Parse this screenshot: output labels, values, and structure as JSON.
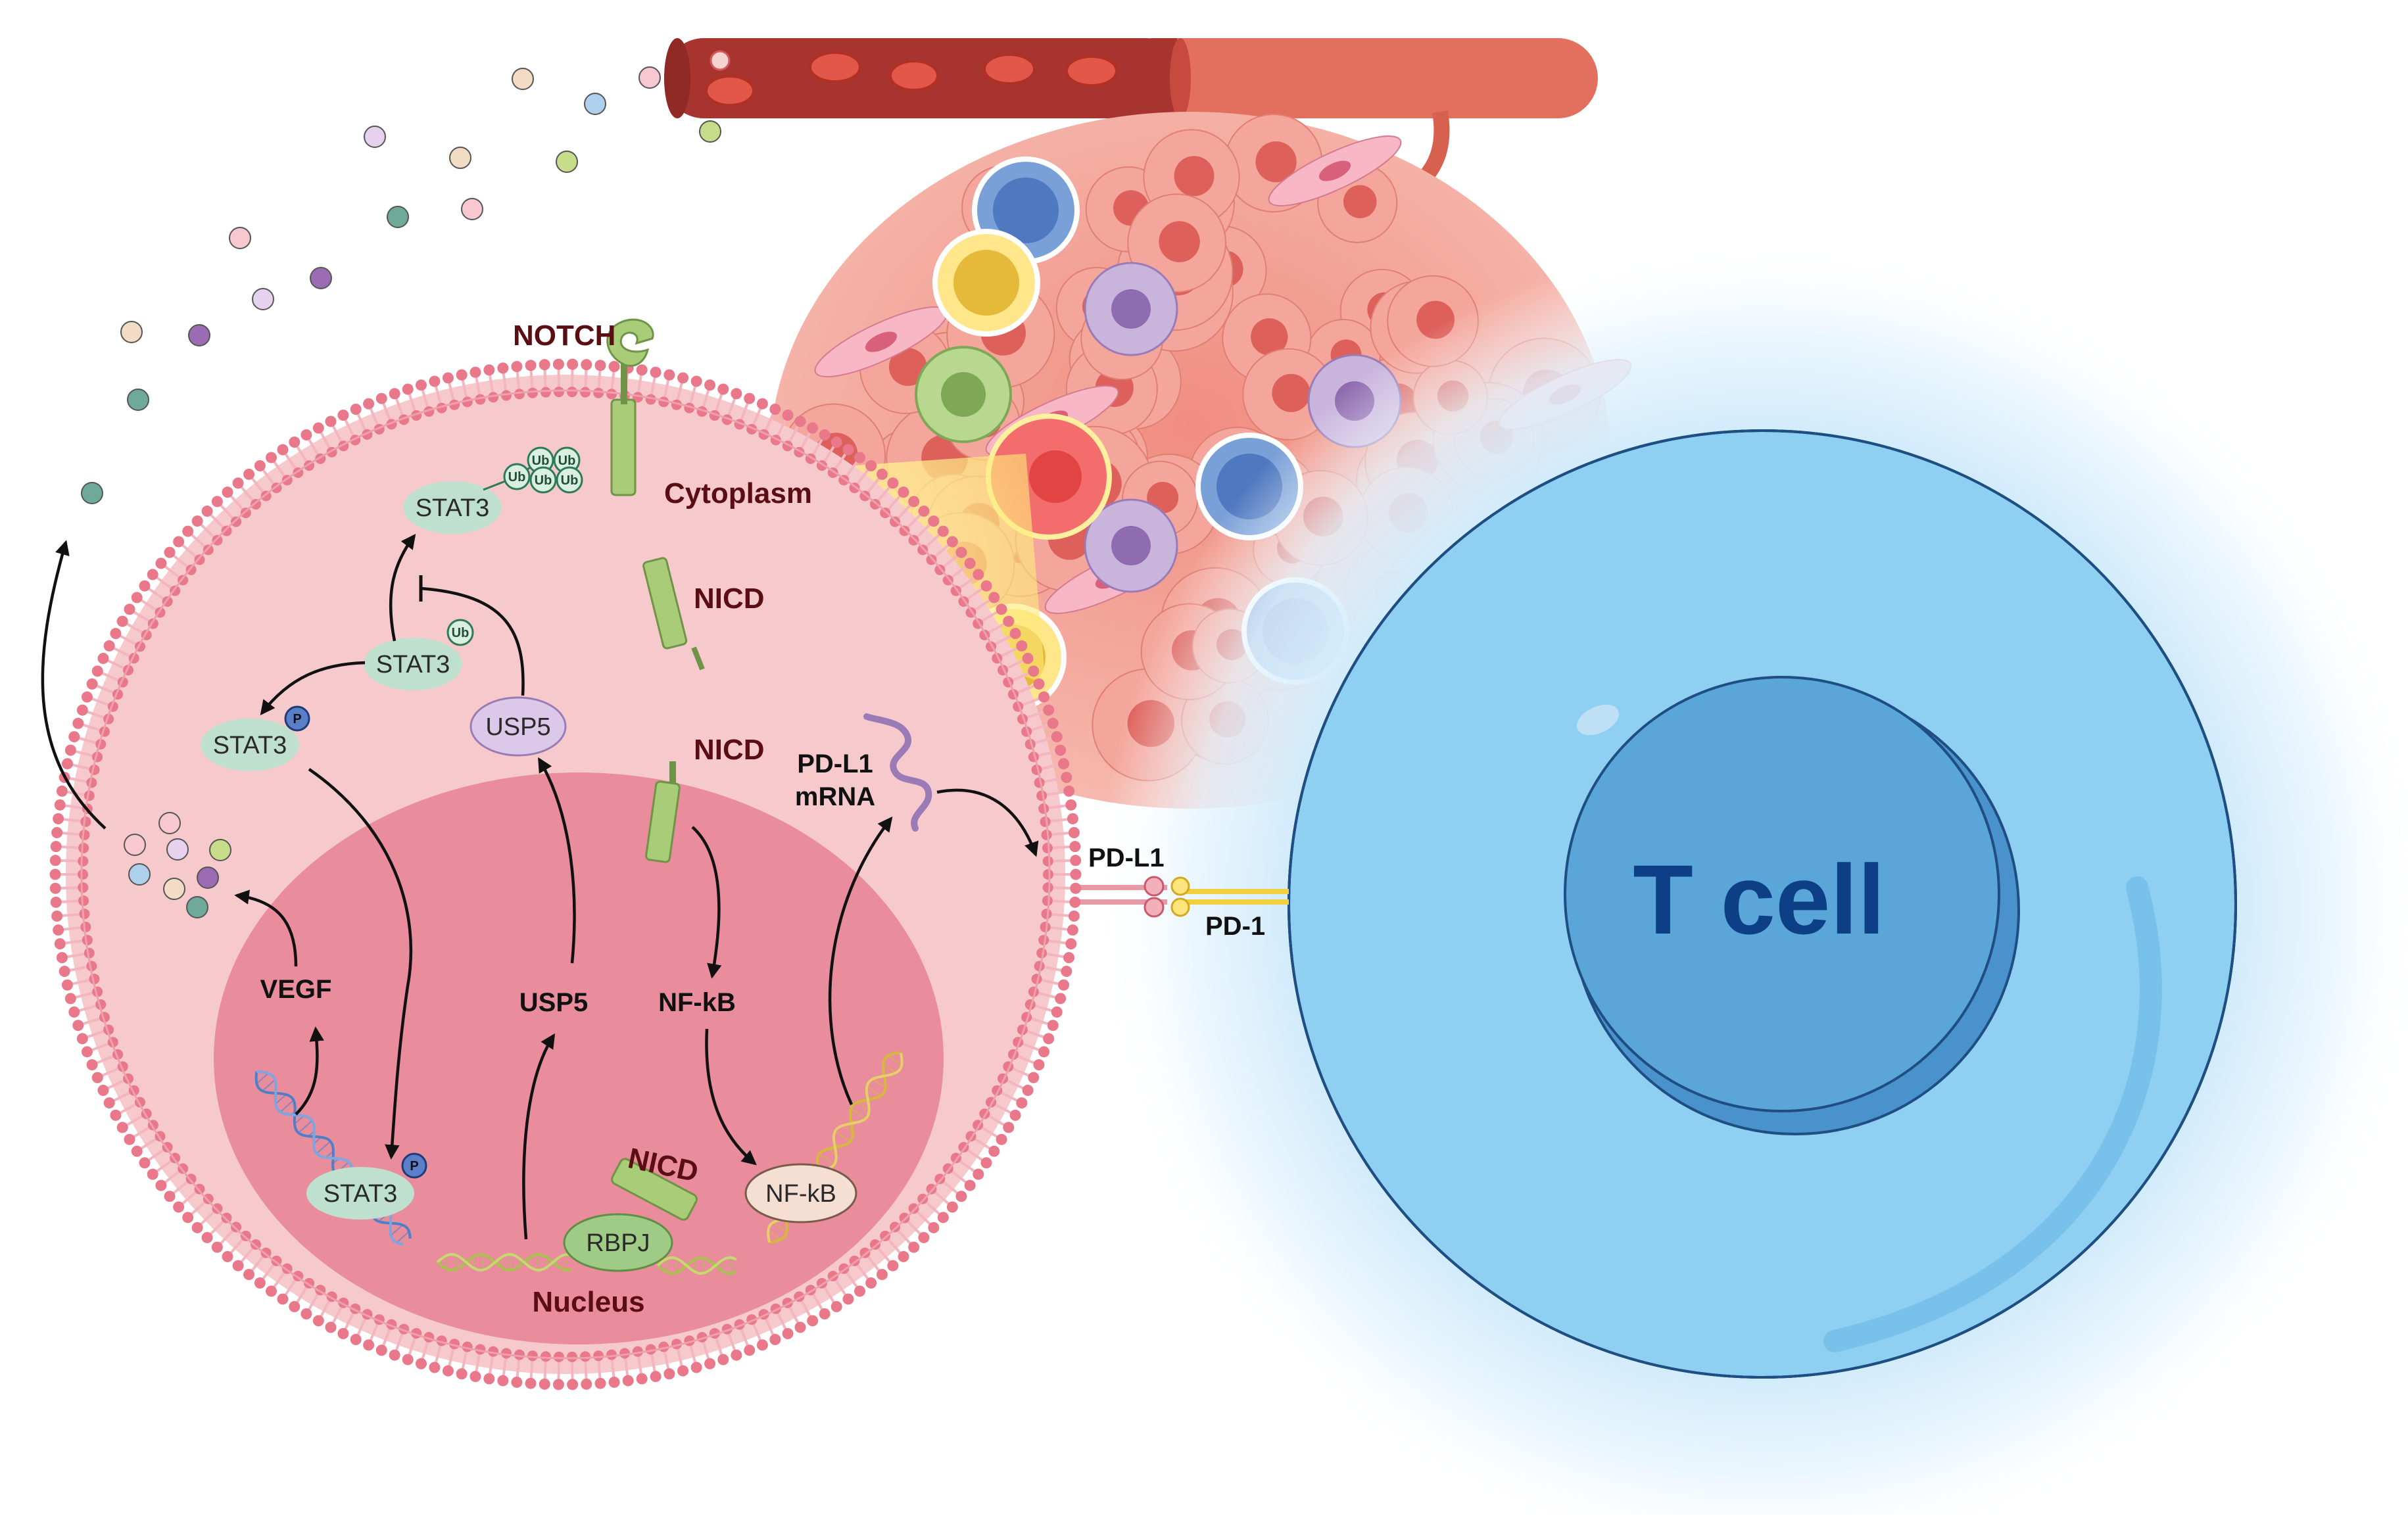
{
  "labels": {
    "notch": "NOTCH",
    "cytoplasm": "Cytoplasm",
    "nicd_cytoplasm": "NICD",
    "nicd_nuclear_entry": "NICD",
    "nicd_nucleus": "NICD",
    "pdl1_mrna_line1": "PD-L1",
    "pdl1_mrna_line2": "mRNA",
    "pdl1": "PD-L1",
    "pd1": "PD-1",
    "vegf": "VEGF",
    "usp5_gene": "USP5",
    "nfkb_gene": "NF-kB",
    "nucleus": "Nucleus",
    "t_cell": "T cell"
  },
  "molecules": {
    "stat3_ub_top": "STAT3",
    "stat3_ub_mid": "STAT3",
    "stat3_p_cyto": "STAT3",
    "stat3_p_nucleus": "STAT3",
    "usp5_protein": "USP5",
    "nfkb_protein": "NF-kB",
    "rbpj": "RBPJ",
    "ub": "Ub",
    "p": "P"
  },
  "colors": {
    "cell_fill": "#f6c9cc",
    "membrane": "#e8788a",
    "nucleus_fill": "#e98c9c",
    "tcell_outer": "#8fcff2",
    "tcell_nucleus": "#5aa6d8",
    "tcell_text": "#0c3f86",
    "vessel": "#e3705f",
    "notch_green": "#a9cc79",
    "stat3_green": "#bfe0cf",
    "usp5_purple": "#dcc8e8",
    "label_red": "#5a0e14"
  }
}
